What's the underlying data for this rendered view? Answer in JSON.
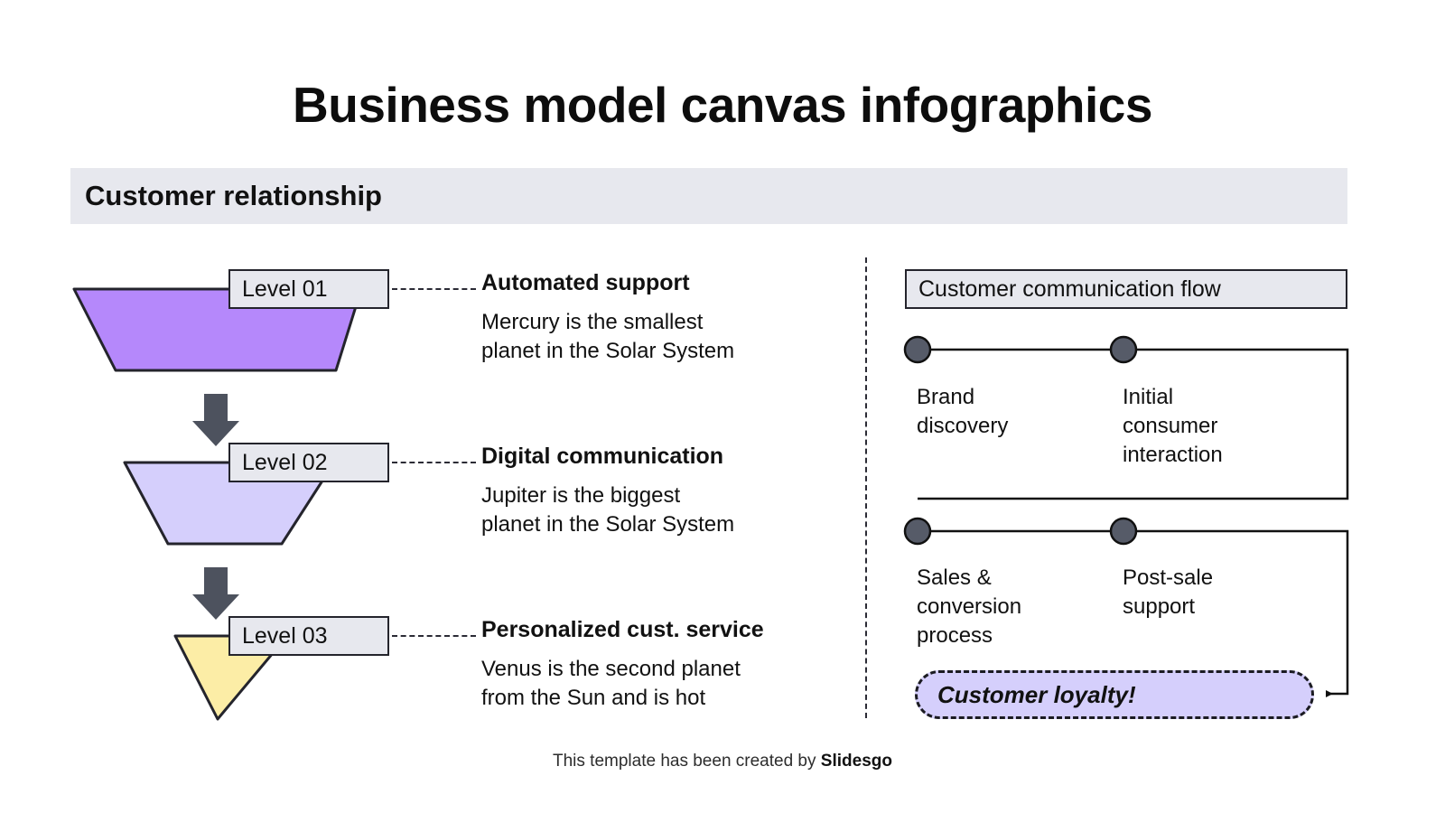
{
  "slide": {
    "title": "Business model canvas infographics",
    "section_header": "Customer relationship"
  },
  "colors": {
    "level_1_fill": "#b588fb",
    "level_2_fill": "#d5cffc",
    "level_3_fill": "#fceda6",
    "box_fill": "#e7e8ee",
    "stroke": "#24242c",
    "arrow_fill": "#4d525e",
    "node_fill": "#565b68",
    "loyalty_fill": "#d5cffc"
  },
  "funnel": {
    "levels": [
      {
        "label": "Level 01",
        "title": "Automated support",
        "body_line_1": "Mercury is the smallest",
        "body_line_2": "planet in the Solar System",
        "fill": "#b588fb",
        "shape": "trapezoid"
      },
      {
        "label": "Level 02",
        "title": "Digital communication",
        "body_line_1": "Jupiter is the biggest",
        "body_line_2": "planet in the Solar System",
        "fill": "#d5cffc",
        "shape": "trapezoid"
      },
      {
        "label": "Level 03",
        "title": "Personalized cust. service",
        "body_line_1": "Venus is the second planet",
        "body_line_2": "from the Sun and is hot",
        "fill": "#fceda6",
        "shape": "triangle"
      }
    ],
    "arrows": [
      {
        "name": "down-arrow-1"
      },
      {
        "name": "down-arrow-2"
      }
    ]
  },
  "flow": {
    "header": "Customer communication flow",
    "nodes": [
      {
        "label_line_1": "Brand",
        "label_line_2": "discovery",
        "label_line_3": ""
      },
      {
        "label_line_1": "Initial",
        "label_line_2": "consumer",
        "label_line_3": "interaction"
      },
      {
        "label_line_1": "Sales &",
        "label_line_2": "conversion",
        "label_line_3": "process"
      },
      {
        "label_line_1": "Post-sale",
        "label_line_2": "support",
        "label_line_3": ""
      }
    ],
    "outcome": "Customer loyalty!"
  },
  "footer": {
    "text": "This template has been created by ",
    "brand": "Slidesgo"
  }
}
